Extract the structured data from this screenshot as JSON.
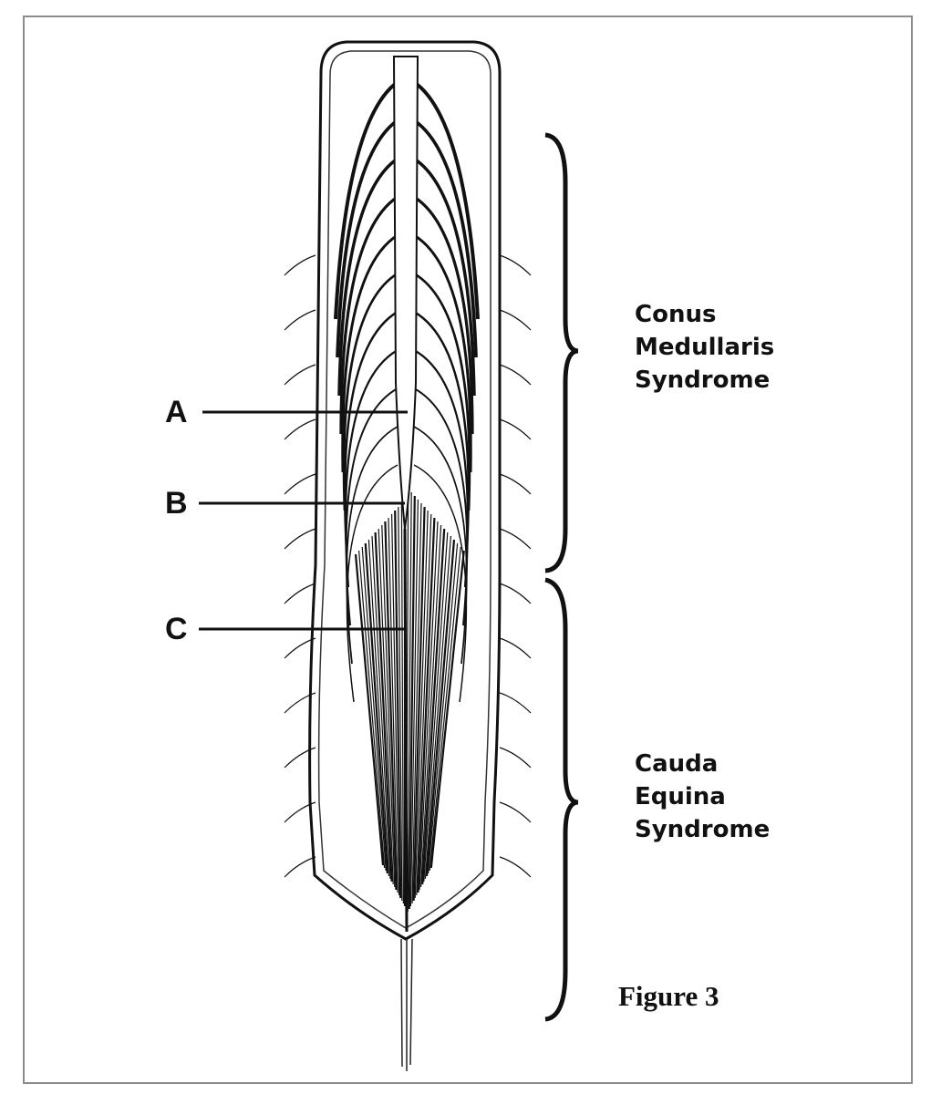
{
  "figure": {
    "labels": {
      "a": "A",
      "b": "B",
      "c": "C"
    },
    "regions": {
      "conus": [
        "Conus",
        "Medullaris",
        "Syndrome"
      ],
      "cauda": [
        "Cauda",
        "Equina",
        "Syndrome"
      ]
    },
    "caption": "Figure 3"
  }
}
